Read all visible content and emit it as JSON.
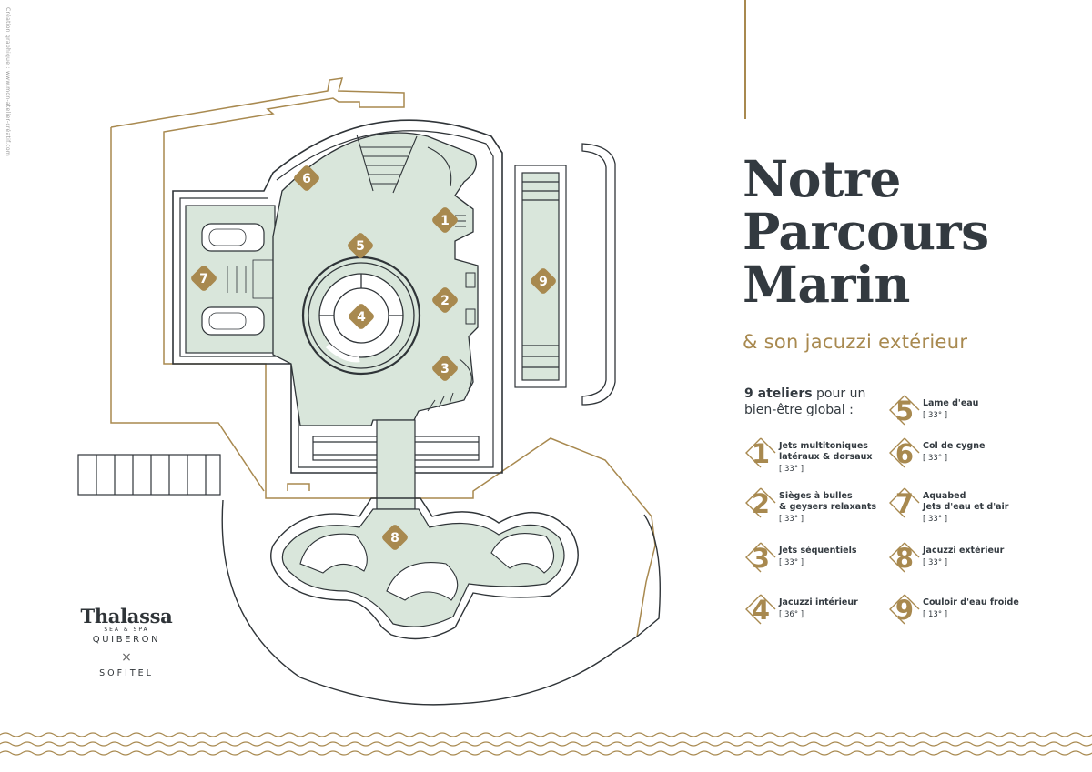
{
  "credit": "Création graphique : www.mon-atelier-créatif.com",
  "title_lines": [
    "Notre",
    "Parcours",
    "Marin"
  ],
  "subtitle": "& son jacuzzi extérieur",
  "intro": {
    "bold": "9 ateliers",
    "rest": " pour un bien-être global :"
  },
  "ateliers": [
    {
      "num": "1",
      "label": "Jets multitoniques",
      "label2": "latéraux & dorsaux",
      "temp": "[ 33° ]"
    },
    {
      "num": "2",
      "label": "Sièges à bulles",
      "label2": "& geysers relaxants",
      "temp": "[ 33° ]"
    },
    {
      "num": "3",
      "label": "Jets séquentiels",
      "label2": "",
      "temp": "[ 33° ]"
    },
    {
      "num": "4",
      "label": "Jacuzzi intérieur",
      "label2": "",
      "temp": "[ 36° ]"
    },
    {
      "num": "5",
      "label": "Lame d'eau",
      "label2": "",
      "temp": "[ 33° ]"
    },
    {
      "num": "6",
      "label": "Col de cygne",
      "label2": "",
      "temp": "[ 33° ]"
    },
    {
      "num": "7",
      "label": "Aquabed",
      "label2": "Jets d'eau et d'air",
      "temp": "[ 33° ]"
    },
    {
      "num": "8",
      "label": "Jacuzzi extérieur",
      "label2": "",
      "temp": "[ 33° ]"
    },
    {
      "num": "9",
      "label": "Couloir d'eau froide",
      "label2": "",
      "temp": "[ 13° ]"
    }
  ],
  "logo": {
    "brand": "Thalassa",
    "tagline": "SEA & SPA",
    "city": "QUIBERON",
    "cross": "×",
    "partner": "SOFITEL"
  },
  "colors": {
    "gold": "#a8894f",
    "water": "#d9e6db",
    "ink": "#2f3438",
    "title": "#333a40"
  }
}
